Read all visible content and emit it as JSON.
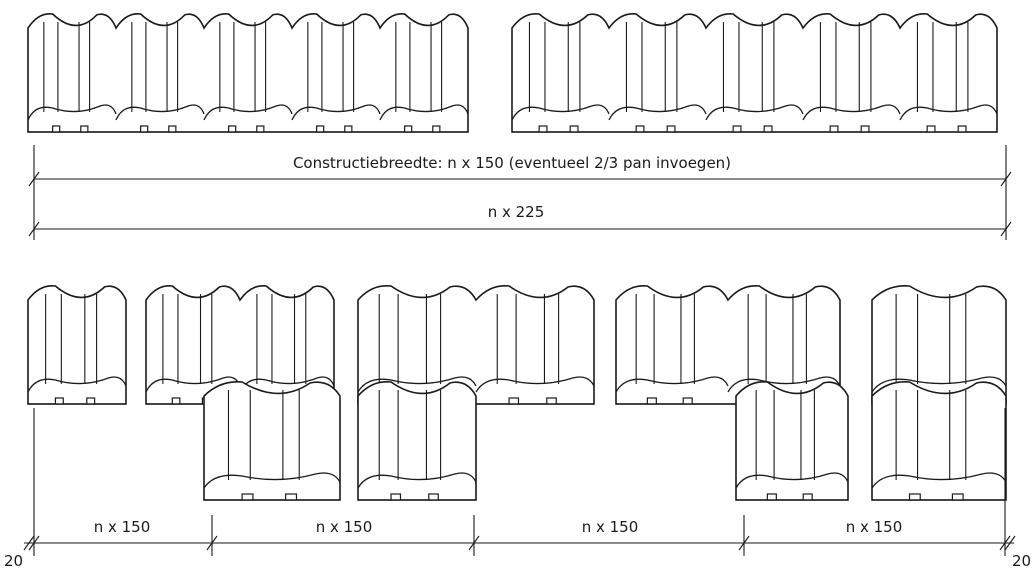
{
  "top_dimensions": {
    "construction_width": "Constructiebreedte: n x 150 (eventueel 2/3 pan invoegen)",
    "total": "n x 225"
  },
  "bottom_dimensions": {
    "left_edge": "20",
    "right_edge": "20",
    "segments": [
      "n x 150",
      "n x 150",
      "n x 150",
      "n x 150"
    ]
  },
  "colors": {
    "line": "#1a1a1a",
    "background": "#ffffff"
  }
}
